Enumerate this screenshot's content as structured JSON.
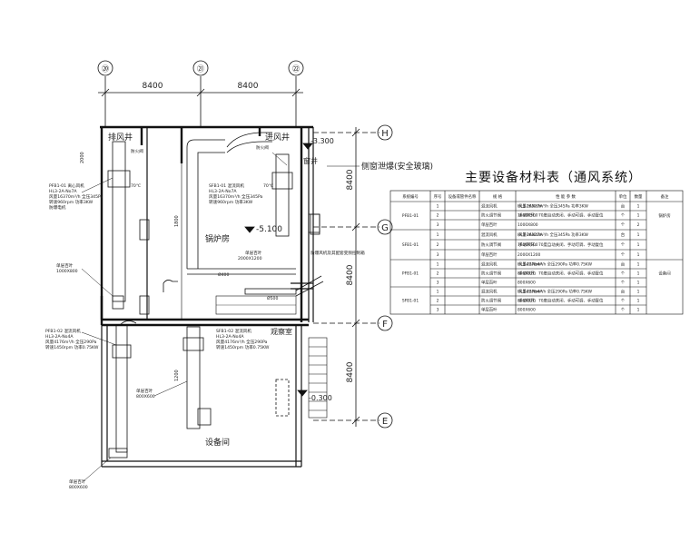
{
  "grid": {
    "cols": [
      "⑳",
      "㉑",
      "㉒"
    ],
    "rows": [
      "H",
      "G",
      "F",
      "E"
    ],
    "spacing": "8400"
  },
  "rooms": {
    "exhaust_shaft": "排风井",
    "intake_shaft": "进风井",
    "boiler_room": "锅炉房",
    "observation_room": "观察室",
    "equipment_room": "设备间",
    "window_well": "窗井",
    "side_window": "侧窗泄爆(安全玻璃)"
  },
  "levels": {
    "lvl1": "-3.300",
    "lvl2": "-5.100",
    "lvl3": "-0.300"
  },
  "annotations": {
    "pfb1_01_title": "PFB1-01  离心风机",
    "pfb1_01_model": "HL3-2A-No7A",
    "pfb1_01_air": "风量16370m³/h  全压345Pa",
    "pfb1_01_speed": "转速960rpm   功率3KW",
    "pfb1_01_note": "防爆电机",
    "sfb1_01_title": "SFB1-01  混流风机",
    "sfb1_01_model": "HL3-2A-No7A",
    "sfb1_01_air": "风量16370m³/h  全压345Pa",
    "sfb1_01_speed": "转速960rpm  功率3KW",
    "pfb1_02_title": "PFB1-02  混流风机",
    "pfb1_02_model": "HL3-2A-No4A",
    "pfb1_02_air": "风量4176m³/h  全压290Pa",
    "pfb1_02_speed": "转速1450rpm  功率0.75KW",
    "sfb1_02_title": "SFB1-02  混流风机",
    "sfb1_02_model": "HL3-2A-No4A",
    "sfb1_02_air": "风量4176m³/h  全压290Pa",
    "sfb1_02_speed": "转速1450rpm  功率0.75KW",
    "louver_1": "单层百叶",
    "louver_1_size": "1000X800",
    "louver_2": "单层百叶",
    "louver_2_size": "2000X1200",
    "louver_3": "单层百叶",
    "louver_3_size": "800X600",
    "louver_4": "单层百叶",
    "louver_4_size": "800X600",
    "duct_400": "Ø400",
    "duct_500": "Ø500",
    "temp": "70℃",
    "dim_2000": "2000",
    "dim_1800": "1800",
    "dim_1200": "1200",
    "dim_side": "防爆风机及其配套变频控制箱",
    "fan_note": "防火阀"
  },
  "table": {
    "title": "主要设备材料表（通风系统）",
    "headers": [
      "系统编号",
      "序号",
      "设备或管件名称",
      "规  格",
      "性  能  参  数",
      "单位",
      "数量",
      "备注"
    ],
    "groups": [
      {
        "system": "PFB1-01",
        "note": "锅炉房",
        "rows": [
          [
            "1",
            "混流风机",
            "HL3-2ANo7A",
            "风量16370m³/h   全压345Pa   功率3KW",
            "台",
            "1"
          ],
          [
            "2",
            "防火调节阀",
            "1600X500",
            "手动带开、70度自动关闭、手动可调、手动复位",
            "个",
            "1"
          ],
          [
            "3",
            "单层百叶",
            "1000X800",
            "",
            "个",
            "2"
          ]
        ]
      },
      {
        "system": "SFB1-01",
        "note": "",
        "rows": [
          [
            "1",
            "混流风机",
            "HL3-2ANo7A",
            "风量16370m³/h   全压345Pa   功率3KW",
            "台",
            "1"
          ],
          [
            "2",
            "防火调节阀",
            "1600X500",
            "手动带开、70度自动关闭、手动可调、手动复位",
            "个",
            "1"
          ],
          [
            "3",
            "单层百叶",
            "2000X1200",
            "",
            "个",
            "1"
          ]
        ]
      },
      {
        "system": "PFB1-01",
        "note": "设备间",
        "rows": [
          [
            "1",
            "混流风机",
            "HL3-2ANo4A",
            "风量4176m³/h   全压290Pa   功率0.75KW",
            "台",
            "1"
          ],
          [
            "2",
            "防火调节阀",
            "800X320",
            "手动带开、70度自动关闭、手动可调、手动复位",
            "个",
            "1"
          ],
          [
            "3",
            "单层百叶",
            "800X600",
            "",
            "个",
            "1"
          ]
        ]
      },
      {
        "system": "SFB1-01",
        "note": "",
        "rows": [
          [
            "1",
            "混流风机",
            "HL3-2ANo4A",
            "风量4176m³/h   全压290Pa   功率0.75KW",
            "台",
            "1"
          ],
          [
            "2",
            "防火调节阀",
            "800X320",
            "手动带开、70度自动关闭、手动可调、手动复位",
            "个",
            "1"
          ],
          [
            "3",
            "单层百叶",
            "800X600",
            "",
            "个",
            "1"
          ]
        ]
      }
    ]
  }
}
